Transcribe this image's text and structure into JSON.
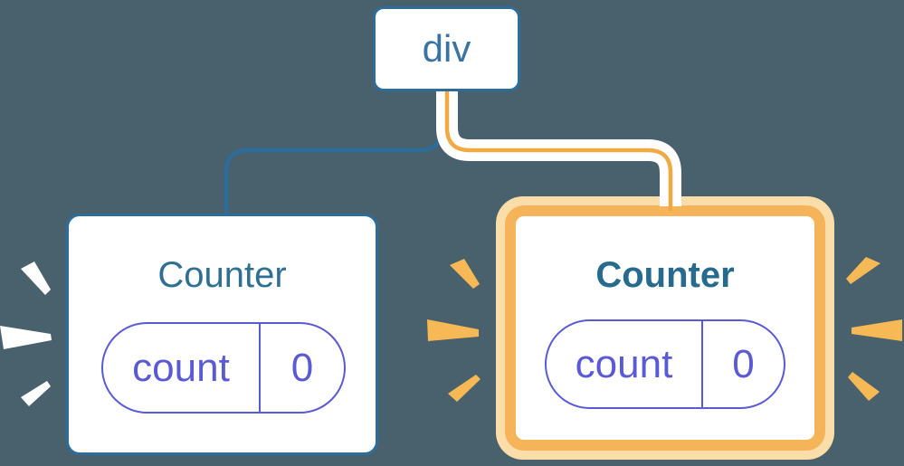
{
  "colors": {
    "background": "#49616C",
    "blue": "#2E6D9A",
    "blue_text": "#3973A4",
    "title_left": "#2F7092",
    "title_right": "#266A8E",
    "purple": "#5A5AD5",
    "orange": "#F0A943",
    "orange_border": "#F5B45A",
    "orange_glow": "#FBDDA9",
    "spark_orange": "#F7B955",
    "spark_white": "#FFFFFF",
    "white": "#FFFFFF"
  },
  "tree": {
    "root": {
      "label": "div"
    },
    "children": [
      {
        "label": "Counter",
        "highlighted": false,
        "state": {
          "key": "count",
          "value": "0"
        }
      },
      {
        "label": "Counter",
        "highlighted": true,
        "state": {
          "key": "count",
          "value": "0"
        }
      }
    ]
  }
}
